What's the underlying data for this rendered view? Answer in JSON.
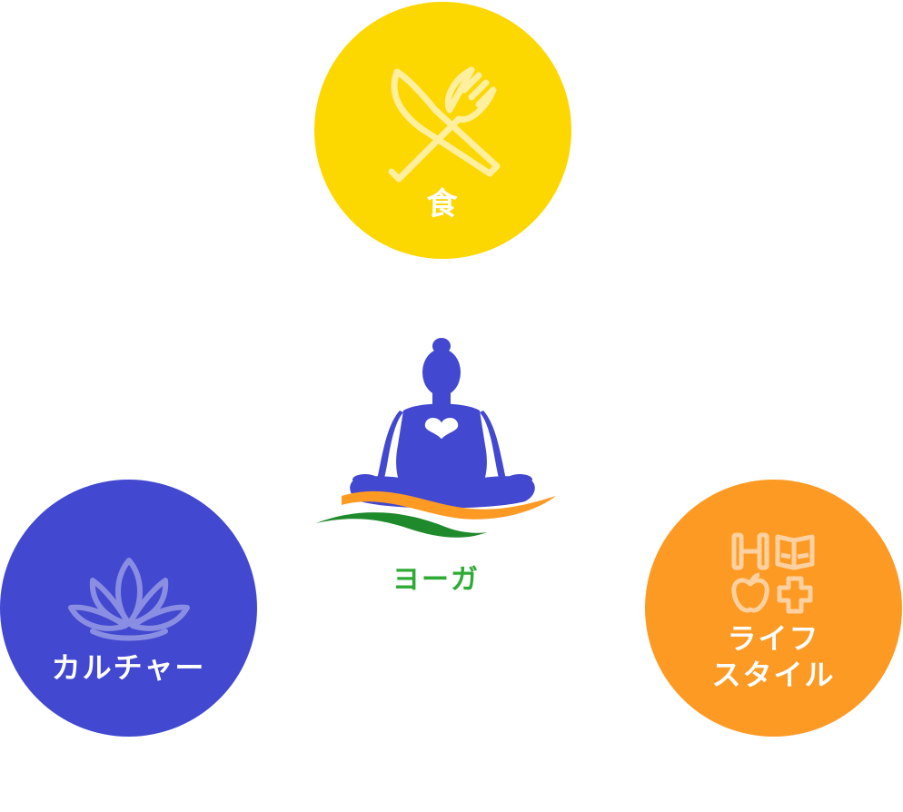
{
  "colors": {
    "food": "#fdd700",
    "culture": "#4248cf",
    "lifestyle": "#fd9a24",
    "center_figure": "#4248cf",
    "center_label": "#2eab35",
    "wave_orange": "#fd9a24",
    "wave_green": "#1f8a2c"
  },
  "center": {
    "icon": "meditation-figure-icon",
    "label": "ヨーガ"
  },
  "nodes": {
    "food": {
      "icon": "knife-fork-icon",
      "label": "食"
    },
    "culture": {
      "icon": "lotus-icon",
      "label": "カルチャー"
    },
    "lifestyle": {
      "icon": "lifestyle-grid-icon",
      "line1": "ライフ",
      "line2": "スタイル"
    }
  }
}
